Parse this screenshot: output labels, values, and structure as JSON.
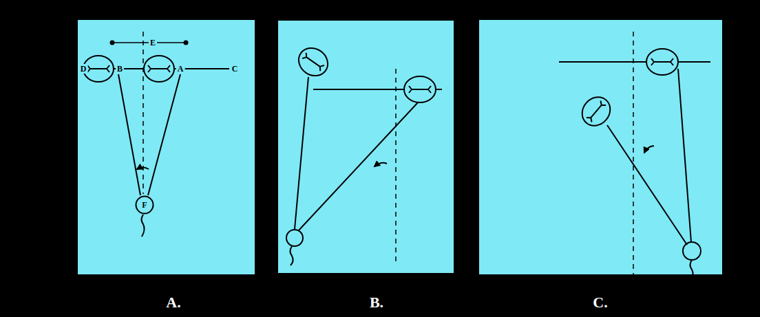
{
  "diagram": {
    "nodes": [
      {
        "text": [
          "F"
        ]
      }
    ],
    "labels": [
      "E",
      "D",
      "B",
      "A",
      "C",
      "A.",
      "B.",
      "C."
    ]
  }
}
